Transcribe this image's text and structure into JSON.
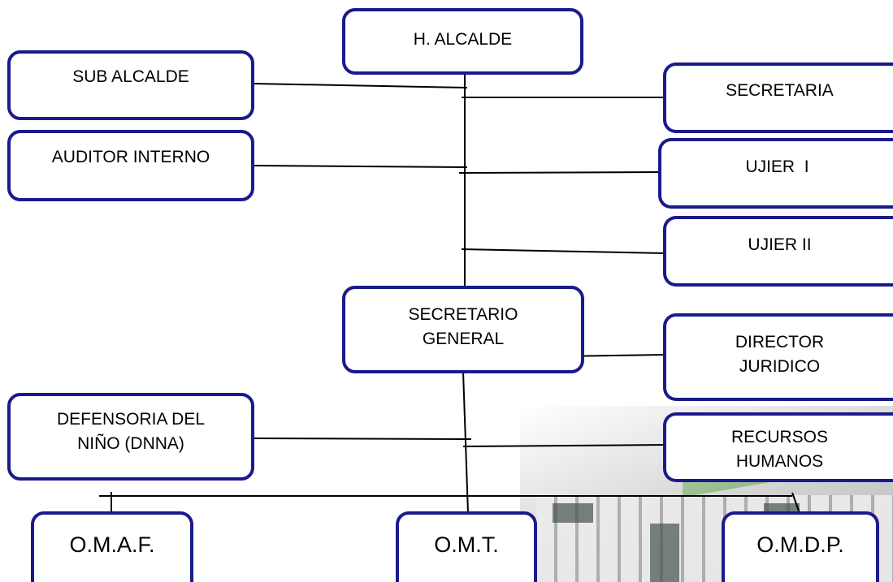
{
  "org_chart": {
    "nodes": {
      "alcalde": "H. ALCALDE",
      "sub_alcalde": "SUB ALCALDE",
      "secretaria": "SECRETARIA",
      "auditor": "AUDITOR INTERNO",
      "ujier1": "UJIER  I",
      "ujier2": "UJIER II",
      "secretario_general": "SECRETARIO\nGENERAL",
      "director_juridico": "DIRECTOR\nJURIDICO",
      "defensoria": "DEFENSORIA  DEL\nNIÑO (DNNA)",
      "recursos_humanos": "RECURSOS\nHUMANOS",
      "omaf": "O.M.A.F.",
      "omt": "O.M.T.",
      "omdp": "O.M.D.P."
    },
    "colors": {
      "box_border": "#1a1a8c",
      "line": "#000000"
    }
  }
}
